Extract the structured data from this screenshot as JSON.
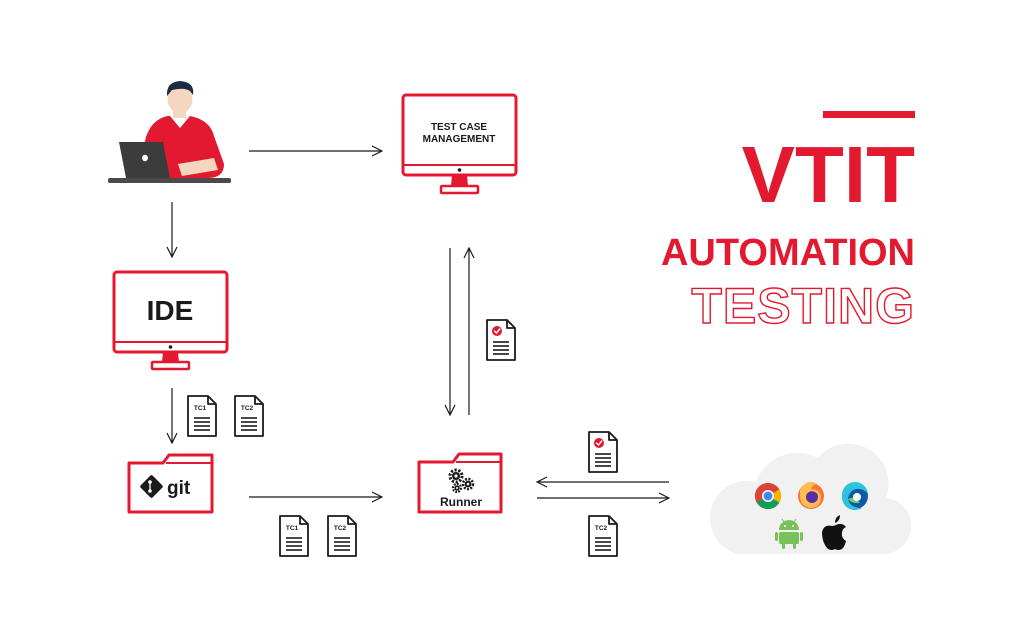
{
  "brand": {
    "name": "VTIT",
    "line1": "AUTOMATION",
    "line2": "TESTING",
    "accent_color": "#e3192f"
  },
  "nodes": {
    "developer": {
      "icon": "developer-laptop-icon"
    },
    "test_case_management": {
      "line1": "TEST CASE",
      "line2": "MANAGEMENT",
      "icon": "monitor-icon"
    },
    "ide": {
      "label": "IDE",
      "icon": "monitor-icon"
    },
    "git": {
      "label": "git",
      "icon": "folder-icon"
    },
    "runner": {
      "label": "Runner",
      "icon": "gears-icon"
    },
    "cloud": {
      "icons": [
        "chrome-icon",
        "firefox-icon",
        "edge-icon",
        "android-icon",
        "apple-icon"
      ]
    }
  },
  "documents": {
    "tc1": "TC1",
    "tc2": "TC2"
  },
  "colors": {
    "red": "#e3192f",
    "dark": "#1a1a1a",
    "cloud": "#f1f1f1"
  }
}
